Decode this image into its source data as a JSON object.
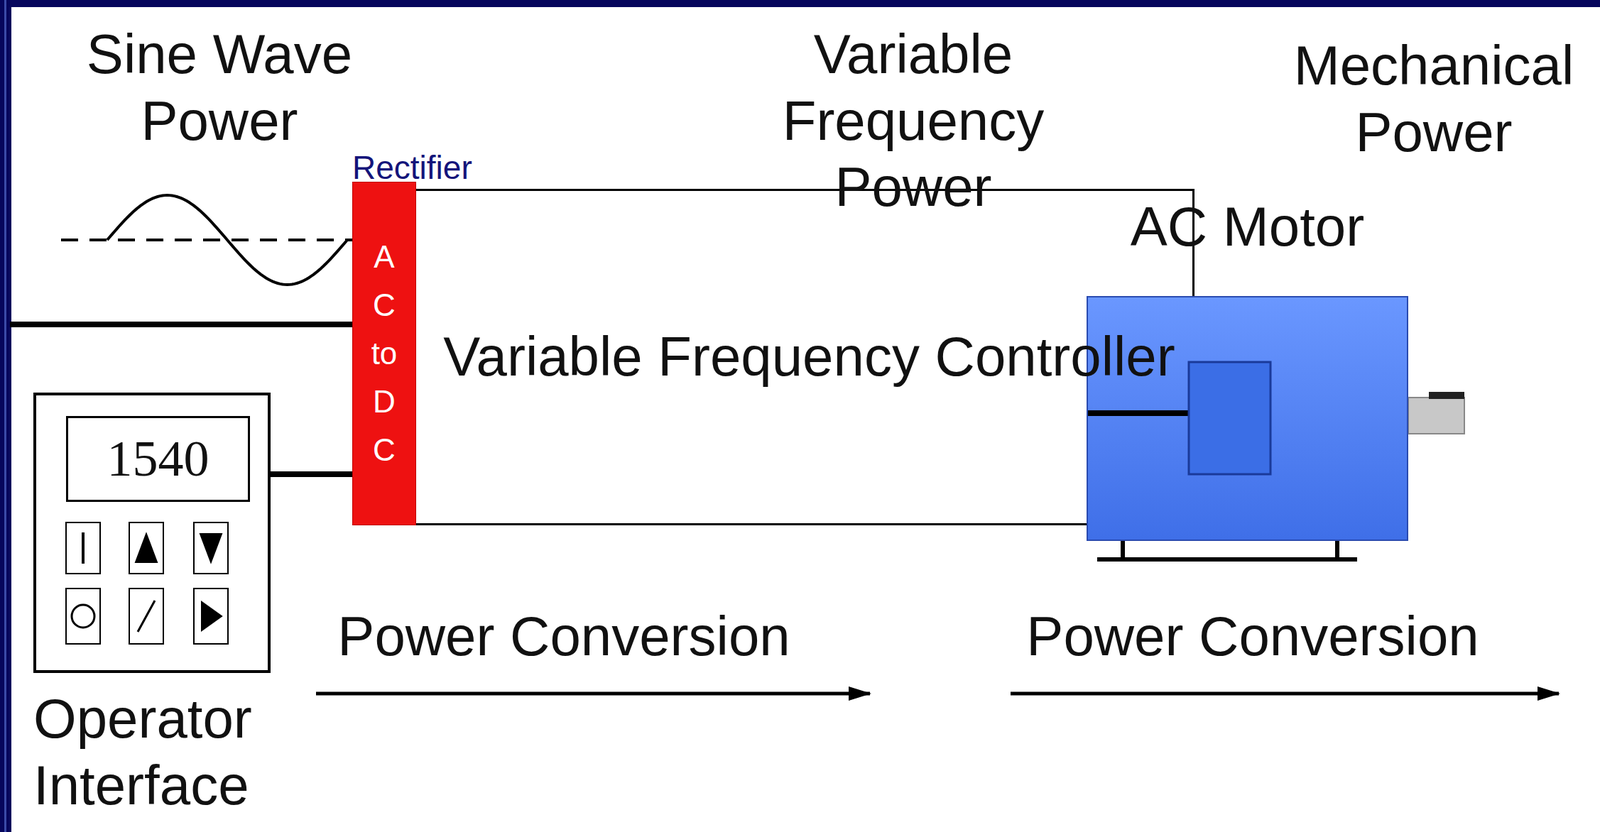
{
  "diagram": {
    "nodes": [
      {
        "text": [
          "Rectifier",
          "AC to DC"
        ]
      },
      {
        "text": [
          "Variable Frequency Controller"
        ]
      },
      {
        "text": [
          "Operator Interface"
        ]
      },
      {
        "text": [
          "1540"
        ],
        "in": 2
      },
      {
        "text": [
          "AC Motor"
        ]
      }
    ],
    "edges": [
      {
        "from": 2,
        "to": 0,
        "arrow": "none"
      },
      {
        "from": 1,
        "to": 4,
        "arrow": "none"
      }
    ],
    "labels": [
      "Sine Wave Power",
      "Variable Frequency Power",
      "Mechanical Power",
      "Power Conversion",
      "Power Conversion"
    ]
  }
}
